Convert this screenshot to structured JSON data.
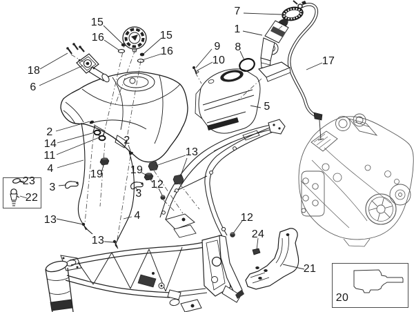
{
  "figure": {
    "background": "#ffffff",
    "line_color": "#1a1a1a",
    "engine_line_color": "#565656",
    "description": "Exploded parts line-drawing: motorcycle fuel tank, fuel pump, hoses, frame and engine"
  },
  "callouts": [
    {
      "label": "7"
    },
    {
      "label": "1"
    },
    {
      "label": "8"
    },
    {
      "label": "9"
    },
    {
      "label": "10"
    },
    {
      "label": "17"
    },
    {
      "label": "5"
    },
    {
      "label": "15"
    },
    {
      "label": "16"
    },
    {
      "label": "15"
    },
    {
      "label": "16"
    },
    {
      "label": "18"
    },
    {
      "label": "6"
    },
    {
      "label": "2"
    },
    {
      "label": "14"
    },
    {
      "label": "11"
    },
    {
      "label": "4"
    },
    {
      "label": "3"
    },
    {
      "label": "23"
    },
    {
      "label": "22"
    },
    {
      "label": "13"
    },
    {
      "label": "19"
    },
    {
      "label": "2"
    },
    {
      "label": "19"
    },
    {
      "label": "3"
    },
    {
      "label": "12"
    },
    {
      "label": "13"
    },
    {
      "label": "4"
    },
    {
      "label": "13"
    },
    {
      "label": "12"
    },
    {
      "label": "24"
    },
    {
      "label": "21"
    },
    {
      "label": "20"
    }
  ]
}
